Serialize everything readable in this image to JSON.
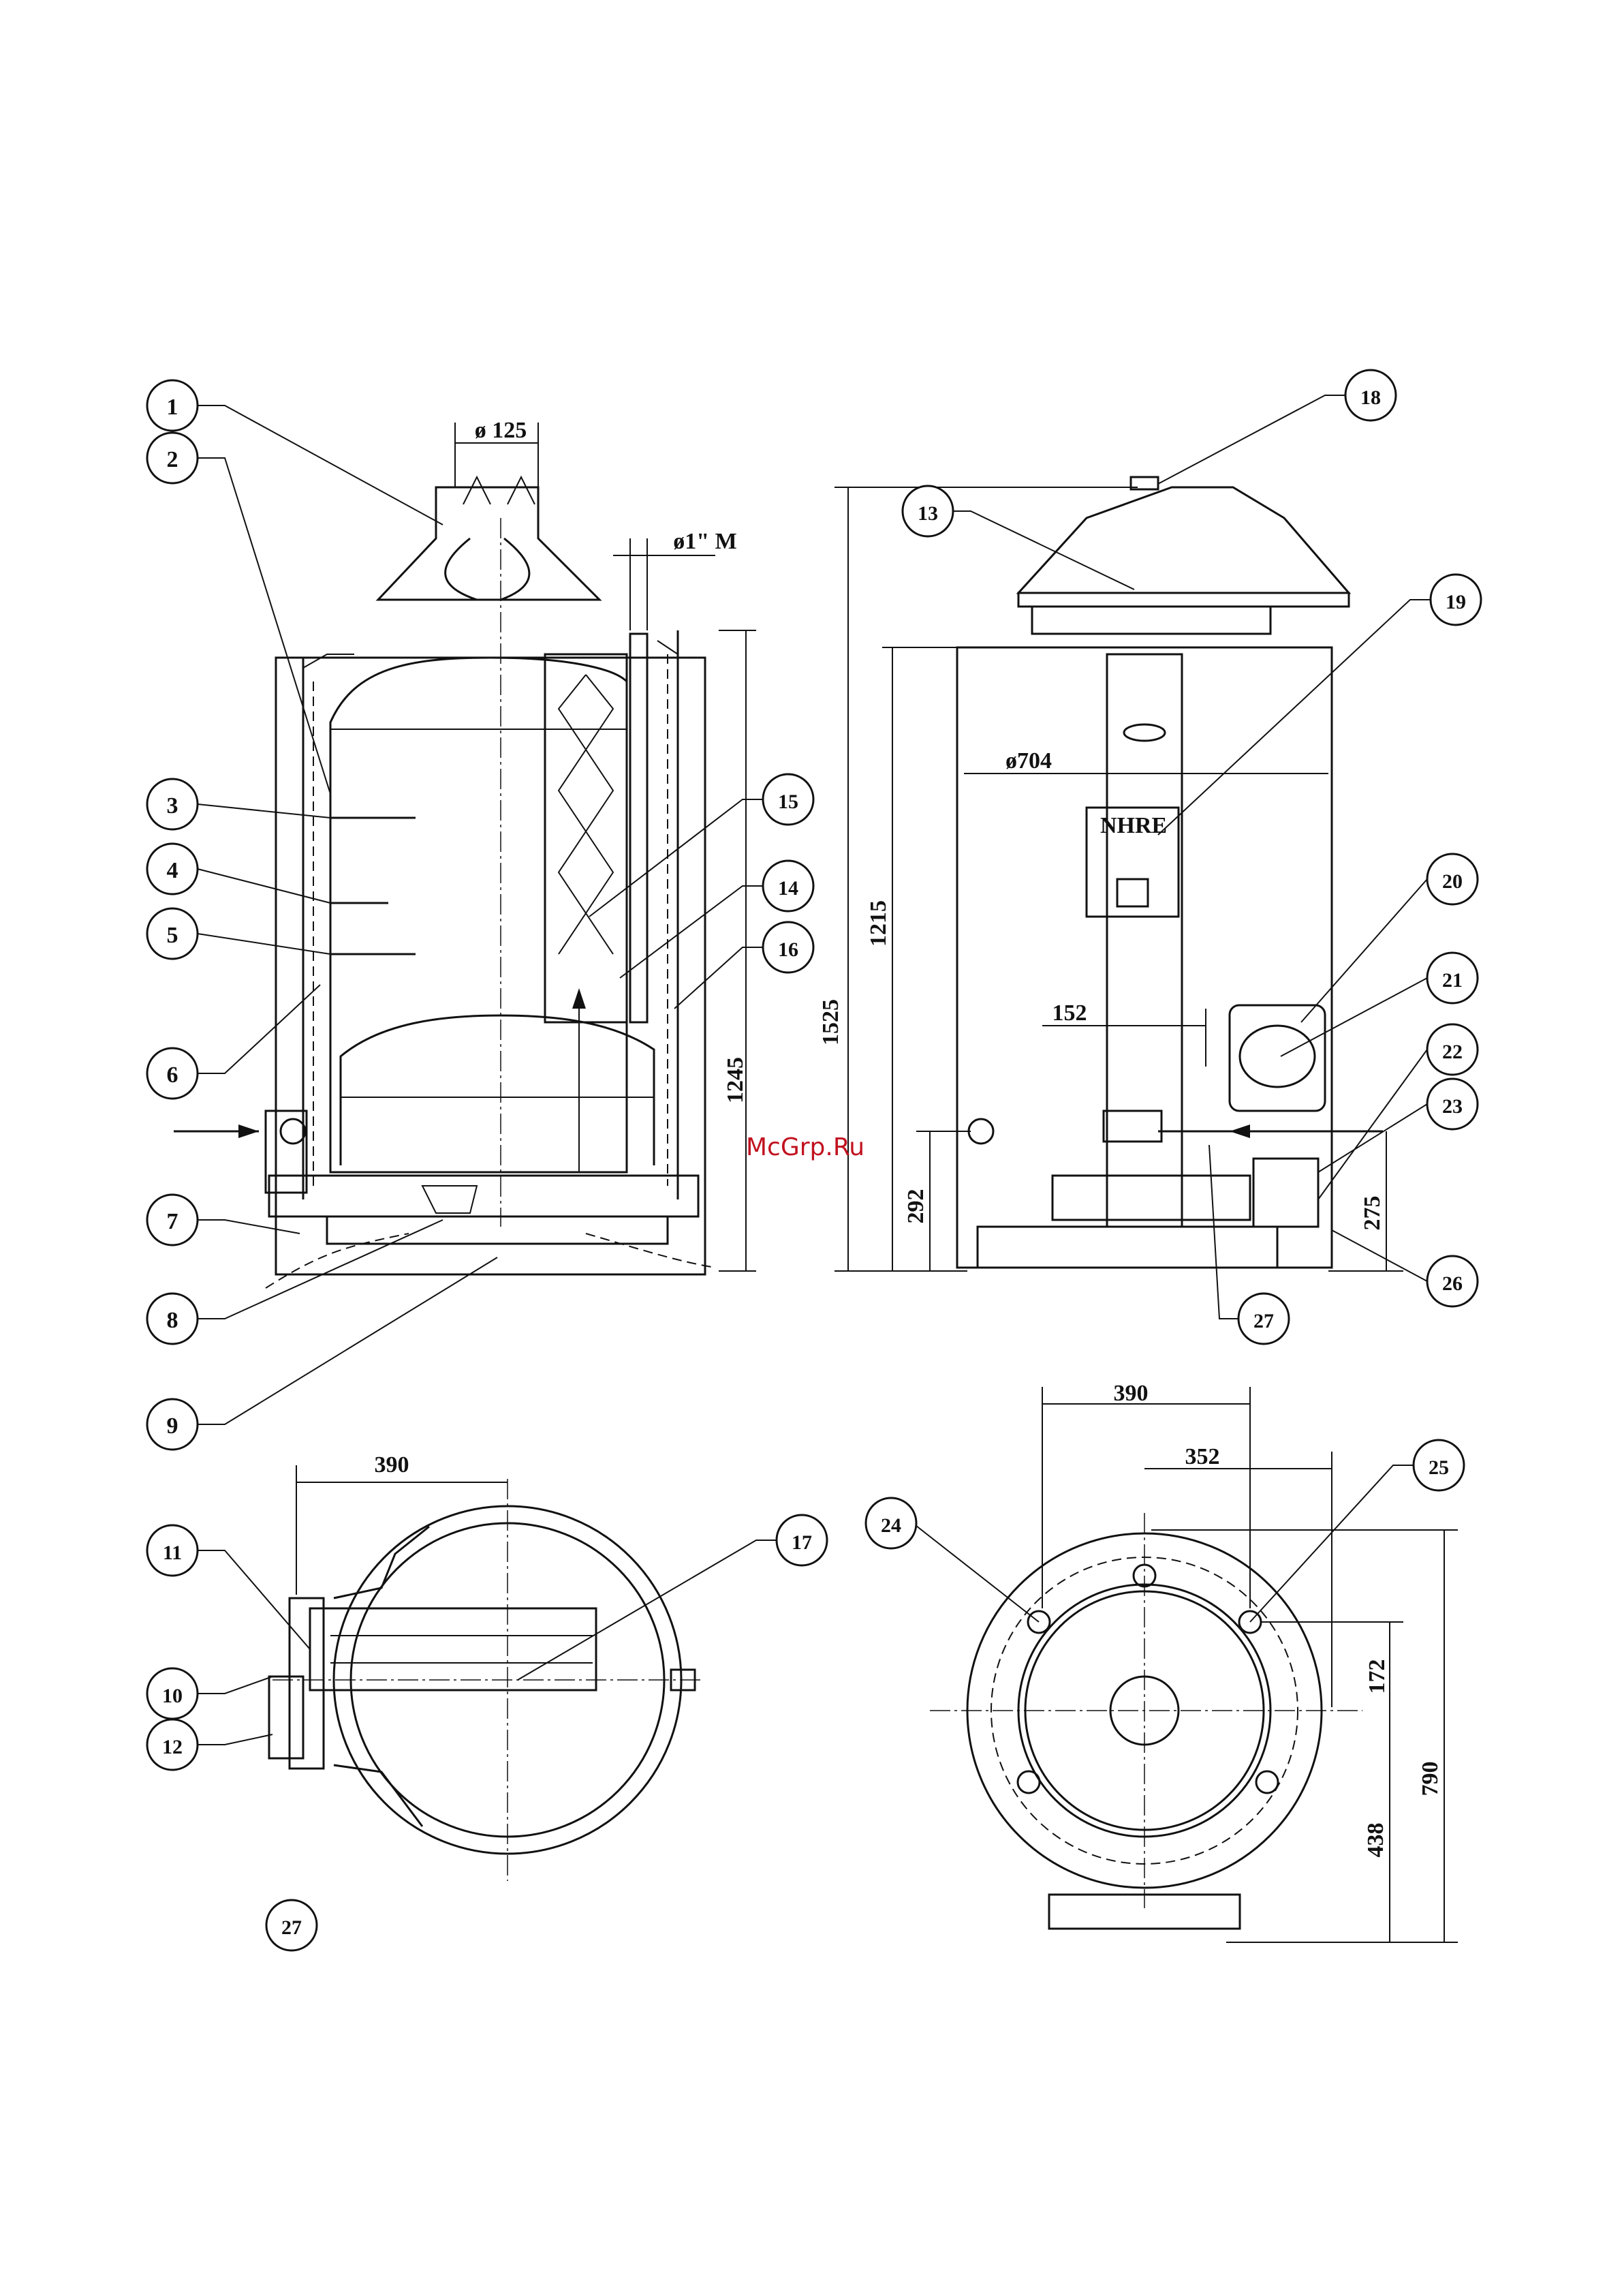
{
  "watermark": "McGrp.Ru",
  "labels": [
    "1",
    "2",
    "3",
    "4",
    "5",
    "6",
    "7",
    "8",
    "9",
    "10",
    "11",
    "12",
    "13",
    "14",
    "15",
    "16",
    "17",
    "18",
    "19",
    "20",
    "21",
    "22",
    "23",
    "24",
    "25",
    "26",
    "27",
    "27"
  ],
  "dimensions": {
    "flue_diameter": "ø 125",
    "connection": "ø1\" M",
    "height_1245": "1245",
    "height_1525": "1525",
    "height_1215": "1215",
    "diameter_704": "ø704",
    "offset_152": "152",
    "height_292": "292",
    "height_275": "275",
    "width_390_top": "390",
    "width_390_bottom": "390",
    "width_352": "352",
    "offset_172": "172",
    "depth_438": "438",
    "depth_790": "790"
  },
  "panel_text": "NHRE"
}
